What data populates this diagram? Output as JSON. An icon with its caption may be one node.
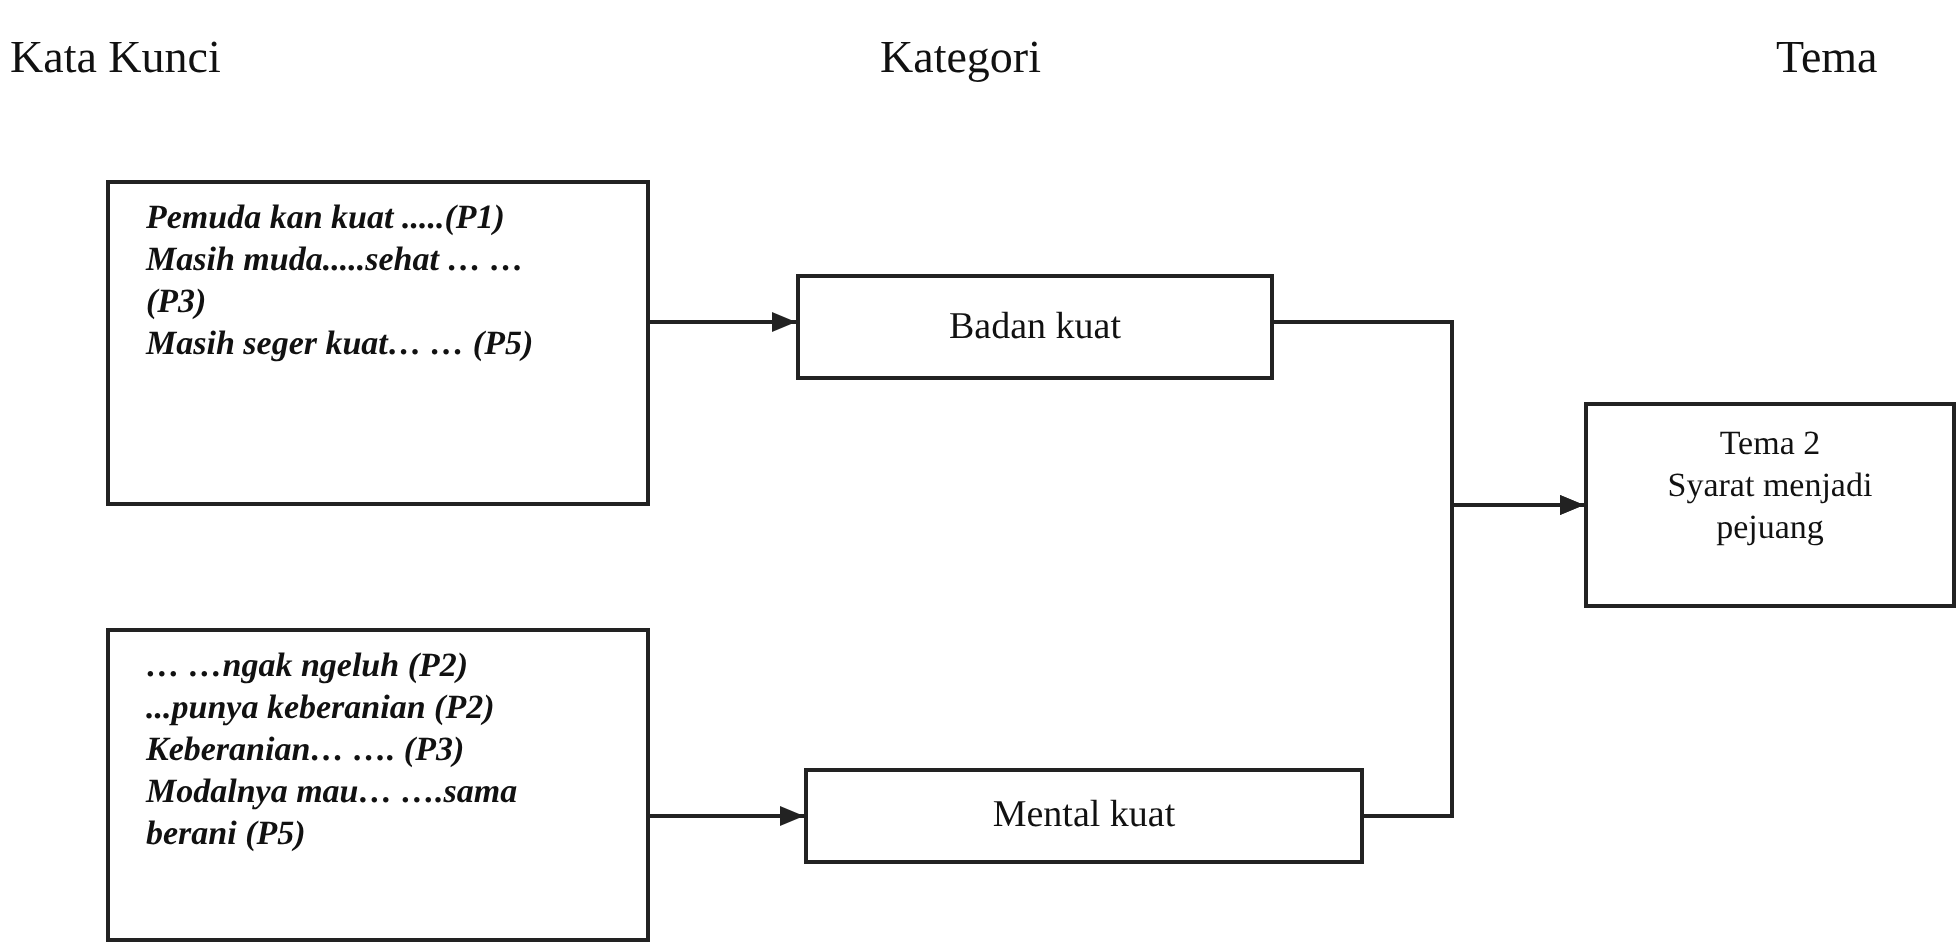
{
  "diagram": {
    "nodes": [
      {
        "text": [
          "Pemuda kan kuat .....(P1)",
          "Masih muda.....sehat … …(P3)",
          "Masih seger kuat… … (P5)"
        ]
      },
      {
        "text": [
          "Badan kuat"
        ]
      },
      {
        "text": [
          "… …ngak ngeluh (P2)",
          "...punya keberanian (P2)",
          "Keberanian… …. (P3)",
          "Modalnya mau… ….sama berani (P5)"
        ]
      },
      {
        "text": [
          "Mental kuat"
        ]
      },
      {
        "text": [
          "Tema 2",
          "Syarat menjadi pejuang"
        ]
      }
    ],
    "edges": [
      {
        "from": 0,
        "to": 1,
        "arrow": "to"
      },
      {
        "from": 2,
        "to": 3,
        "arrow": "to"
      },
      {
        "from": 1,
        "to": 4,
        "arrow": "to"
      },
      {
        "from": 3,
        "to": 4,
        "arrow": "to"
      }
    ],
    "labels": [
      "Kata Kunci",
      "Kategori",
      "Tema"
    ]
  }
}
